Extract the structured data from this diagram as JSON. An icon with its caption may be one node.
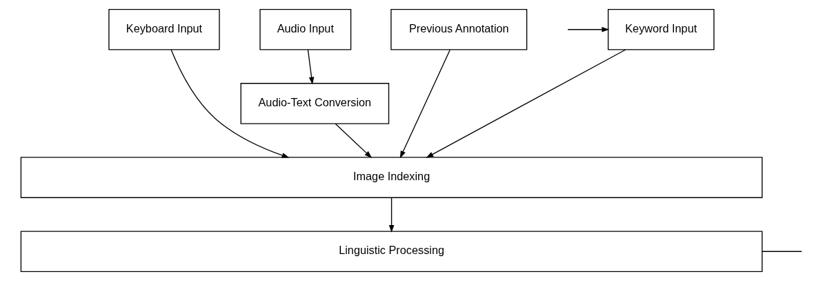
{
  "diagram": {
    "nodes": [
      {
        "text": [
          "Keyboard Input"
        ]
      },
      {
        "text": [
          "Audio Input"
        ]
      },
      {
        "text": [
          "Audio-Text Conversion"
        ]
      },
      {
        "text": [
          "Previous Annotation"
        ]
      },
      {
        "text": [
          "Keyword Input"
        ]
      },
      {
        "text": [
          "Image Indexing"
        ]
      },
      {
        "text": [
          "Linguistic Processing"
        ]
      }
    ],
    "edges": [
      {
        "from": 0,
        "to": 5,
        "arrow": "to"
      },
      {
        "from": 1,
        "to": 2,
        "arrow": "to"
      },
      {
        "from": 2,
        "to": 5,
        "arrow": "to"
      },
      {
        "from": 3,
        "to": 5,
        "arrow": "to"
      },
      {
        "from": 4,
        "to": 5,
        "arrow": "to"
      },
      {
        "from": null,
        "to": 4,
        "arrow": "to"
      },
      {
        "from": 5,
        "to": 6,
        "arrow": "to"
      },
      {
        "from": 6,
        "to": null,
        "arrow": "none"
      }
    ]
  }
}
